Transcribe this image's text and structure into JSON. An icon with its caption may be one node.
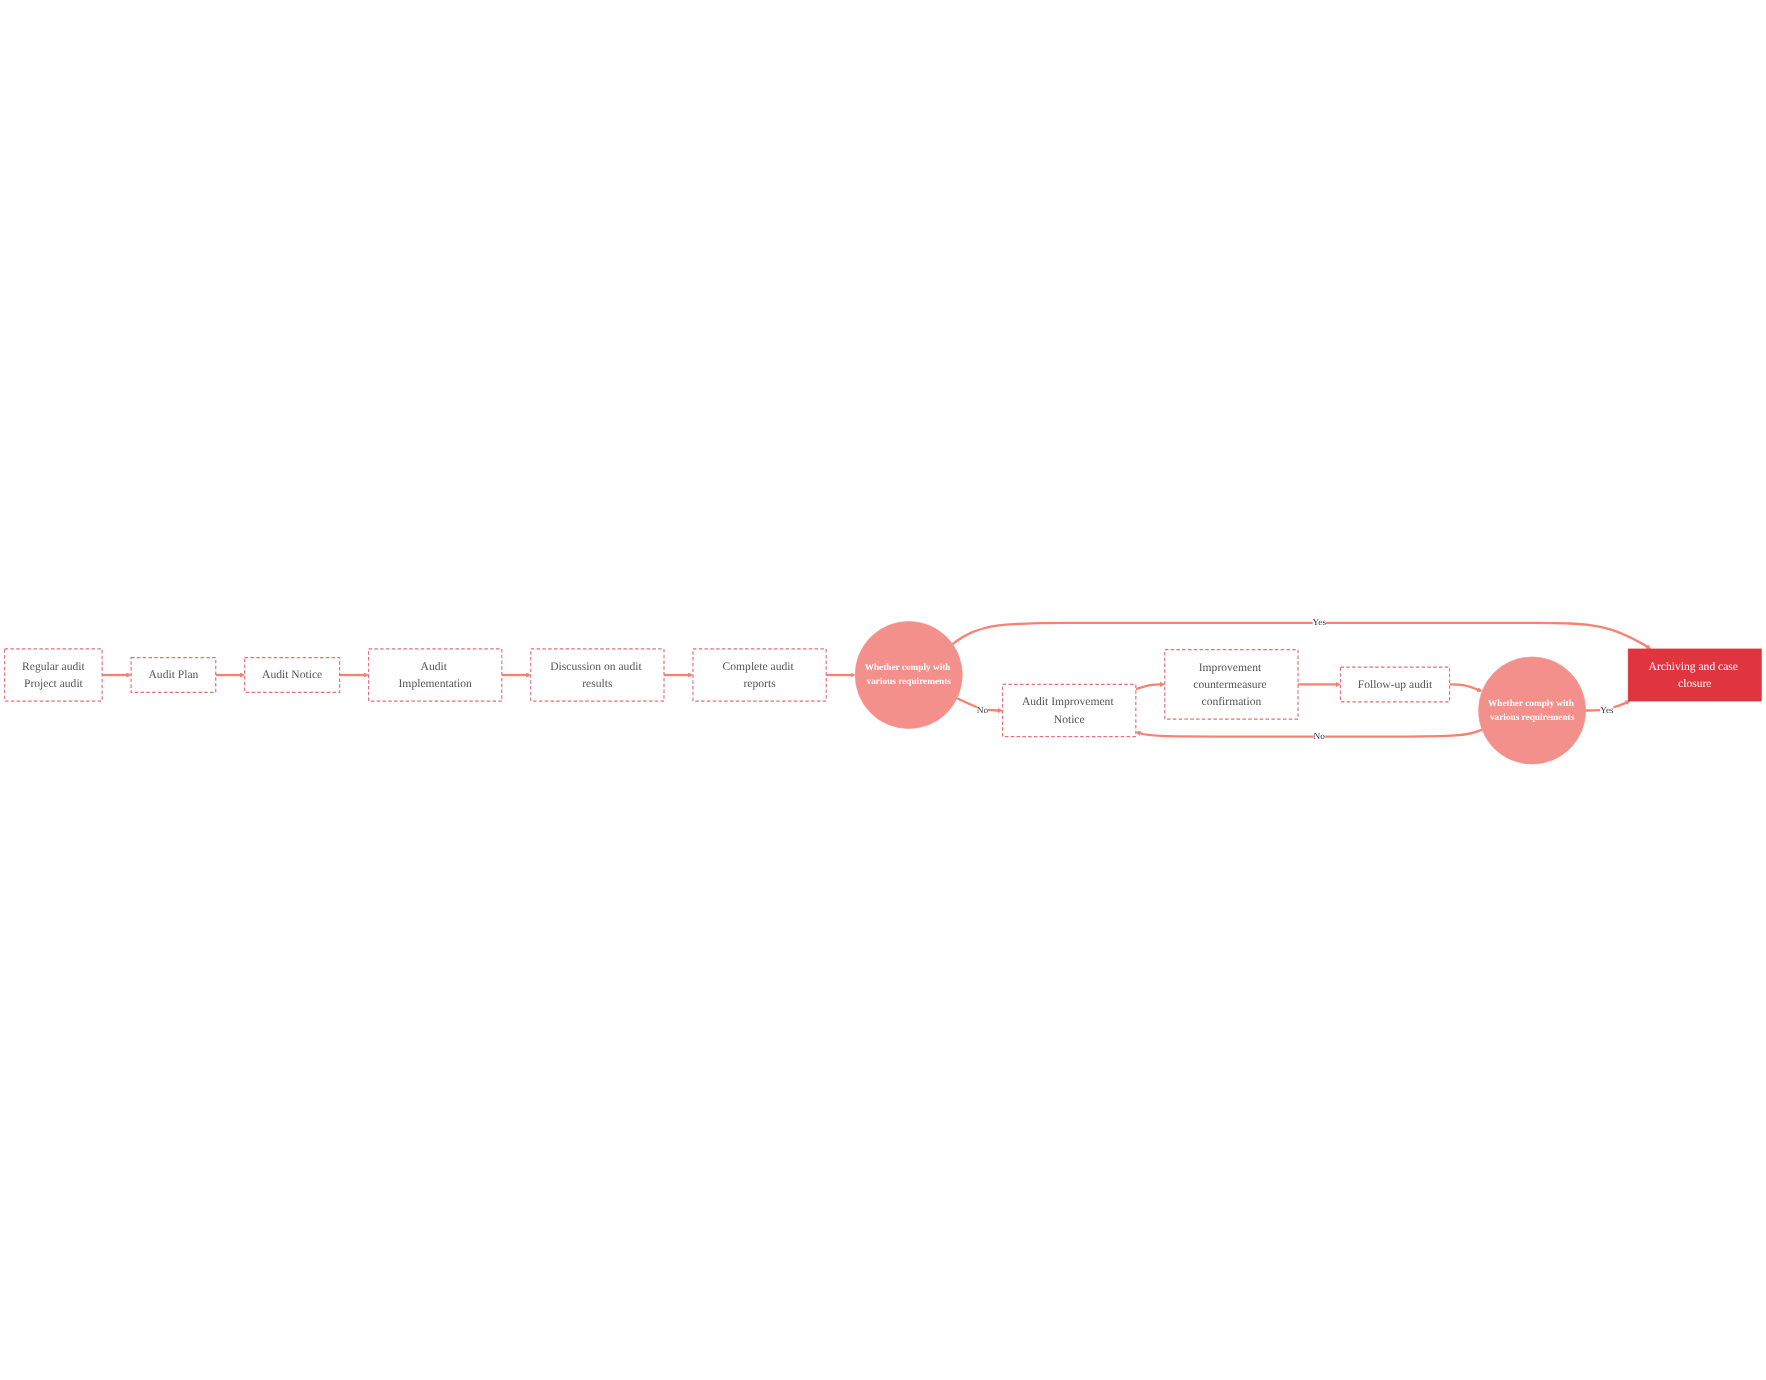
{
  "diagram": {
    "nodes": [
      {
        "text": [
          "Regular audit",
          "Project audit"
        ]
      },
      {
        "text": [
          "Audit Plan"
        ]
      },
      {
        "text": [
          "Audit Notice"
        ]
      },
      {
        "text": [
          "Audit Implementation"
        ]
      },
      {
        "text": [
          "Discussion on audit results"
        ]
      },
      {
        "text": [
          "Complete audit reports"
        ]
      },
      {
        "text": [
          "Whether comply with various requirements"
        ]
      },
      {
        "text": [
          "Archiving and case closure"
        ]
      },
      {
        "text": [
          "Audit Improvement Notice"
        ]
      },
      {
        "text": [
          "Improvement countermeasure confirmation"
        ]
      },
      {
        "text": [
          "Follow-up audit"
        ]
      },
      {
        "text": [
          "Whether comply with various requirements"
        ]
      }
    ],
    "edges": [
      {
        "from": 0,
        "to": 1,
        "arrow": "to"
      },
      {
        "from": 1,
        "to": 2,
        "arrow": "to"
      },
      {
        "from": 2,
        "to": 3,
        "arrow": "to"
      },
      {
        "from": 3,
        "to": 4,
        "arrow": "to"
      },
      {
        "from": 4,
        "to": 5,
        "arrow": "to"
      },
      {
        "from": 5,
        "to": 6,
        "arrow": "to"
      },
      {
        "from": 6,
        "to": 7,
        "label": "Yes",
        "arrow": "to"
      },
      {
        "from": 6,
        "to": 8,
        "label": "No",
        "arrow": "to"
      },
      {
        "from": 8,
        "to": 9,
        "arrow": "to"
      },
      {
        "from": 9,
        "to": 10,
        "arrow": "to"
      },
      {
        "from": 10,
        "to": 11,
        "arrow": "to"
      },
      {
        "from": 11,
        "to": 7,
        "label": "Yes",
        "arrow": "to"
      },
      {
        "from": 11,
        "to": 8,
        "label": "No",
        "arrow": "to"
      }
    ]
  }
}
